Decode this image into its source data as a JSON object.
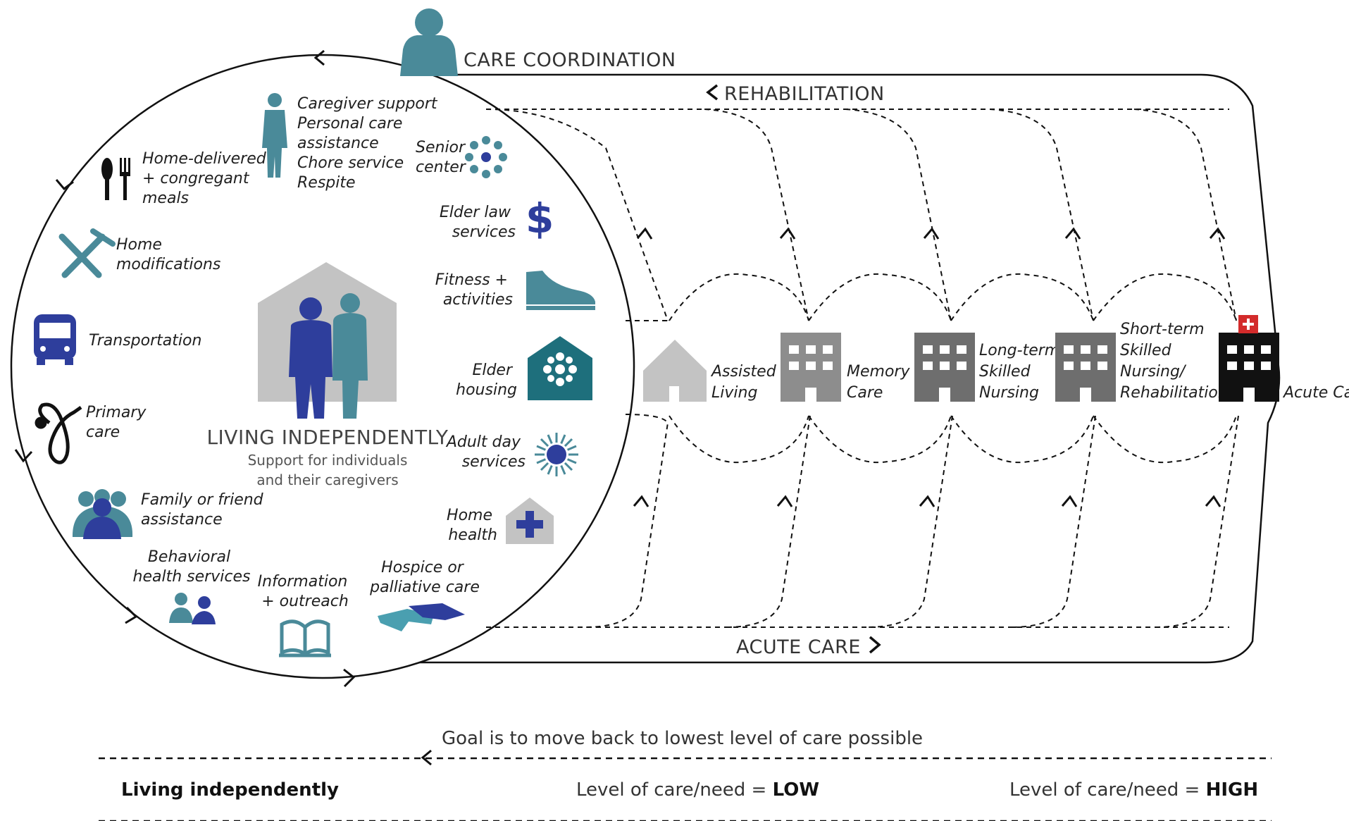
{
  "top_person_icon": "person-icon",
  "flows": {
    "care_coordination": "CARE COORDINATION",
    "rehabilitation": "REHABILITATION",
    "acute_care": "ACUTE CARE"
  },
  "center": {
    "title": "LIVING INDEPENDENTLY",
    "subtitle_line1": "Support for individuals",
    "subtitle_line2": "and their caregivers"
  },
  "services": {
    "meals": [
      "Home-delivered",
      "+ congregant",
      "meals"
    ],
    "caregiver": [
      "Caregiver support",
      "Personal care",
      "assistance",
      "Chore service",
      "Respite"
    ],
    "senior_center": [
      "Senior",
      "center"
    ],
    "elder_law": [
      "Elder law",
      "services"
    ],
    "fitness": [
      "Fitness +",
      "activities"
    ],
    "elder_housing": [
      "Elder",
      "housing"
    ],
    "adult_day": [
      "Adult day",
      "services"
    ],
    "home_health": [
      "Home",
      "health"
    ],
    "hospice": [
      "Hospice or",
      "palliative care"
    ],
    "information": [
      "Information",
      "+ outreach"
    ],
    "behavioral": [
      "Behavioral",
      "health services"
    ],
    "family": [
      "Family or friend",
      "assistance"
    ],
    "primary_care": [
      "Primary",
      "care"
    ],
    "transportation": [
      "Transportation"
    ],
    "home_mod": [
      "Home",
      "modifications"
    ]
  },
  "facilities": {
    "assisted": [
      "Assisted",
      "Living"
    ],
    "memory": [
      "Memory",
      "Care"
    ],
    "longterm": [
      "Long-term",
      "Skilled",
      "Nursing"
    ],
    "shortterm": [
      "Short-term",
      "Skilled",
      "Nursing/",
      "Rehabilitation"
    ],
    "acute": [
      "Acute Car"
    ]
  },
  "bottom": {
    "goal": "Goal is to move back to lowest level of care possible",
    "living": "Living independently",
    "low_prefix": "Level of care/need = ",
    "low_value": "LOW",
    "high_prefix": "Level of care/need = ",
    "high_value": "HIGH"
  },
  "colors": {
    "teal": "#4a8a99",
    "navy": "#2e3e9c",
    "dark_teal": "#1e6f7c",
    "gray_light": "#c3c3c3",
    "gray_mid": "#8d8d8d",
    "gray_dark": "#6e6e6e",
    "black": "#111111",
    "red": "#d32b2b"
  }
}
